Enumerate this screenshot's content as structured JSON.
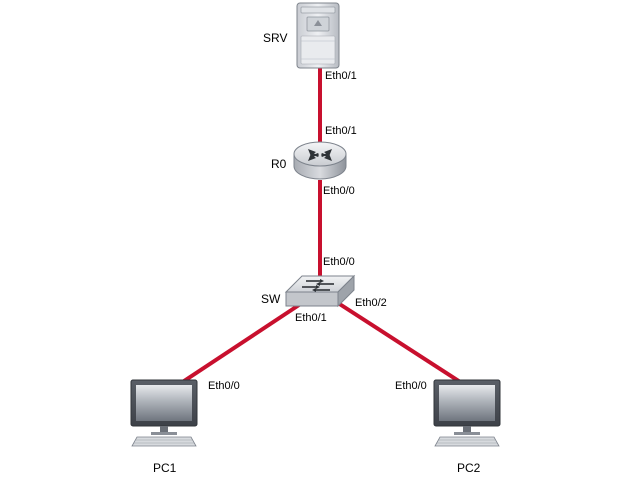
{
  "diagram": {
    "link_color": "#c8102e",
    "devices": {
      "srv": {
        "label": "SRV",
        "icon": "server-icon"
      },
      "r0": {
        "label": "R0",
        "icon": "router-icon"
      },
      "sw": {
        "label": "SW",
        "icon": "switch-icon"
      },
      "pc1": {
        "label": "PC1",
        "icon": "pc-icon"
      },
      "pc2": {
        "label": "PC2",
        "icon": "pc-icon"
      }
    },
    "links": [
      {
        "from": "SRV",
        "from_port": "Eth0/1",
        "to": "R0",
        "to_port": "Eth0/1"
      },
      {
        "from": "R0",
        "from_port": "Eth0/0",
        "to": "SW",
        "to_port": "Eth0/0"
      },
      {
        "from": "SW",
        "from_port": "Eth0/1",
        "to": "PC1",
        "to_port": "Eth0/0"
      },
      {
        "from": "SW",
        "from_port": "Eth0/2",
        "to": "PC2",
        "to_port": "Eth0/0"
      }
    ]
  }
}
